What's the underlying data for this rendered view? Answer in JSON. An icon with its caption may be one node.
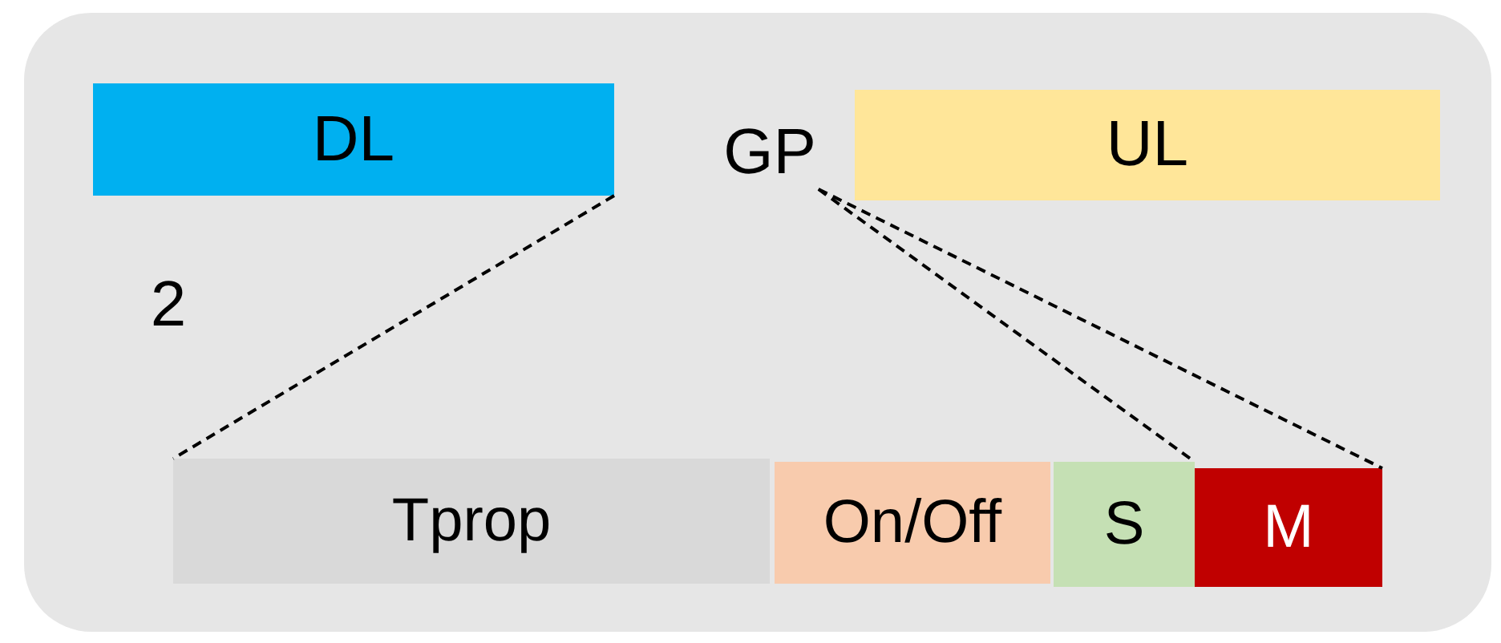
{
  "diagram": {
    "nodes": [
      {
        "text": [],
        "shape": "box"
      },
      {
        "text": [
          "DL"
        ],
        "in": 0
      },
      {
        "text": [
          "GP"
        ],
        "in": 0
      },
      {
        "text": [
          "UL"
        ],
        "in": 0
      },
      {
        "text": [
          "Tprop"
        ],
        "in": 0
      },
      {
        "text": [
          "On/Off"
        ],
        "in": 0
      },
      {
        "text": [
          "S"
        ],
        "in": 0
      },
      {
        "text": [
          "M"
        ],
        "in": 0
      }
    ],
    "edges": [
      {
        "from": 1,
        "to": 4,
        "arrow": "none",
        "style": "dashed"
      },
      {
        "from": 2,
        "to": 6,
        "arrow": "none",
        "style": "dashed"
      },
      {
        "from": 2,
        "to": 7,
        "arrow": "none",
        "style": "dashed"
      }
    ],
    "labels": [
      "2"
    ]
  }
}
